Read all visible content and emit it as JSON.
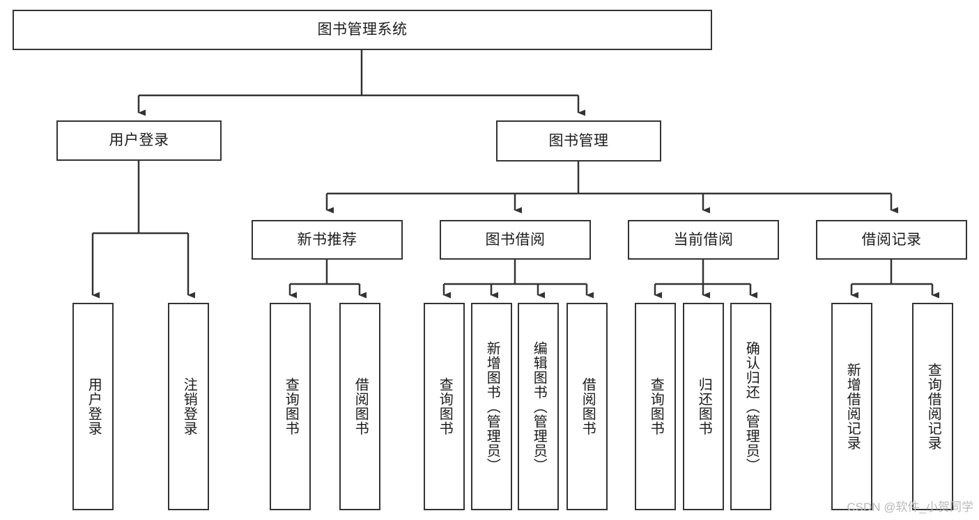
{
  "diagram": {
    "type": "tree",
    "title": "图书管理系统",
    "watermark": "CSDN @软件_小贺同学",
    "colors": {
      "stroke": "#333333",
      "box_fill": "#ffffff",
      "text": "#1b1b1b",
      "watermark": "#b9b9b9",
      "background": "#ffffff"
    },
    "levels": [
      {
        "name": "root",
        "nodes": [
          {
            "id": "root",
            "label": "图书管理系统",
            "orientation": "horizontal"
          }
        ]
      },
      {
        "name": "level-1",
        "nodes": [
          {
            "id": "user-login",
            "label": "用户登录",
            "orientation": "horizontal",
            "parent": "root"
          },
          {
            "id": "book-manage",
            "label": "图书管理",
            "orientation": "horizontal",
            "parent": "root"
          }
        ]
      },
      {
        "name": "level-2",
        "nodes": [
          {
            "id": "new-book-rec",
            "label": "新书推荐",
            "orientation": "horizontal",
            "parent": "book-manage"
          },
          {
            "id": "book-borrow",
            "label": "图书借阅",
            "orientation": "horizontal",
            "parent": "book-manage"
          },
          {
            "id": "current-borrow",
            "label": "当前借阅",
            "orientation": "horizontal",
            "parent": "book-manage"
          },
          {
            "id": "borrow-record",
            "label": "借阅记录",
            "orientation": "horizontal",
            "parent": "book-manage"
          }
        ]
      },
      {
        "name": "level-3",
        "nodes": [
          {
            "id": "leaf-user-login",
            "label": "用户登录",
            "orientation": "vertical",
            "parent": "user-login"
          },
          {
            "id": "leaf-logout",
            "label": "注销登录",
            "orientation": "vertical",
            "parent": "user-login"
          },
          {
            "id": "leaf-query-book-a",
            "label": "查询图书",
            "orientation": "vertical",
            "parent": "new-book-rec"
          },
          {
            "id": "leaf-borrow-book-a",
            "label": "借阅图书",
            "orientation": "vertical",
            "parent": "new-book-rec"
          },
          {
            "id": "leaf-query-book-b",
            "label": "查询图书",
            "orientation": "vertical",
            "parent": "book-borrow"
          },
          {
            "id": "leaf-add-book",
            "label": "新增图书（管理员）",
            "orientation": "vertical",
            "parent": "book-borrow"
          },
          {
            "id": "leaf-edit-book",
            "label": "编辑图书（管理员）",
            "orientation": "vertical",
            "parent": "book-borrow"
          },
          {
            "id": "leaf-borrow-book-b",
            "label": "借阅图书",
            "orientation": "vertical",
            "parent": "book-borrow"
          },
          {
            "id": "leaf-query-book-c",
            "label": "查询图书",
            "orientation": "vertical",
            "parent": "current-borrow"
          },
          {
            "id": "leaf-return-book",
            "label": "归还图书",
            "orientation": "vertical",
            "parent": "current-borrow"
          },
          {
            "id": "leaf-confirm-return",
            "label": "确认归还（管理员）",
            "orientation": "vertical",
            "parent": "current-borrow"
          },
          {
            "id": "leaf-add-record",
            "label": "新增借阅记录",
            "orientation": "vertical",
            "parent": "borrow-record"
          },
          {
            "id": "leaf-query-record",
            "label": "查询借阅记录",
            "orientation": "vertical",
            "parent": "borrow-record"
          }
        ]
      }
    ],
    "edges": [
      {
        "from": "root",
        "to": "user-login"
      },
      {
        "from": "root",
        "to": "book-manage"
      },
      {
        "from": "book-manage",
        "to": "new-book-rec"
      },
      {
        "from": "book-manage",
        "to": "book-borrow"
      },
      {
        "from": "book-manage",
        "to": "current-borrow"
      },
      {
        "from": "book-manage",
        "to": "borrow-record"
      },
      {
        "from": "user-login",
        "to": "leaf-user-login"
      },
      {
        "from": "user-login",
        "to": "leaf-logout"
      },
      {
        "from": "new-book-rec",
        "to": "leaf-query-book-a"
      },
      {
        "from": "new-book-rec",
        "to": "leaf-borrow-book-a"
      },
      {
        "from": "book-borrow",
        "to": "leaf-query-book-b"
      },
      {
        "from": "book-borrow",
        "to": "leaf-add-book"
      },
      {
        "from": "book-borrow",
        "to": "leaf-edit-book"
      },
      {
        "from": "book-borrow",
        "to": "leaf-borrow-book-b"
      },
      {
        "from": "current-borrow",
        "to": "leaf-query-book-c"
      },
      {
        "from": "current-borrow",
        "to": "leaf-return-book"
      },
      {
        "from": "current-borrow",
        "to": "leaf-confirm-return"
      },
      {
        "from": "borrow-record",
        "to": "leaf-add-record"
      },
      {
        "from": "borrow-record",
        "to": "leaf-query-record"
      }
    ]
  }
}
